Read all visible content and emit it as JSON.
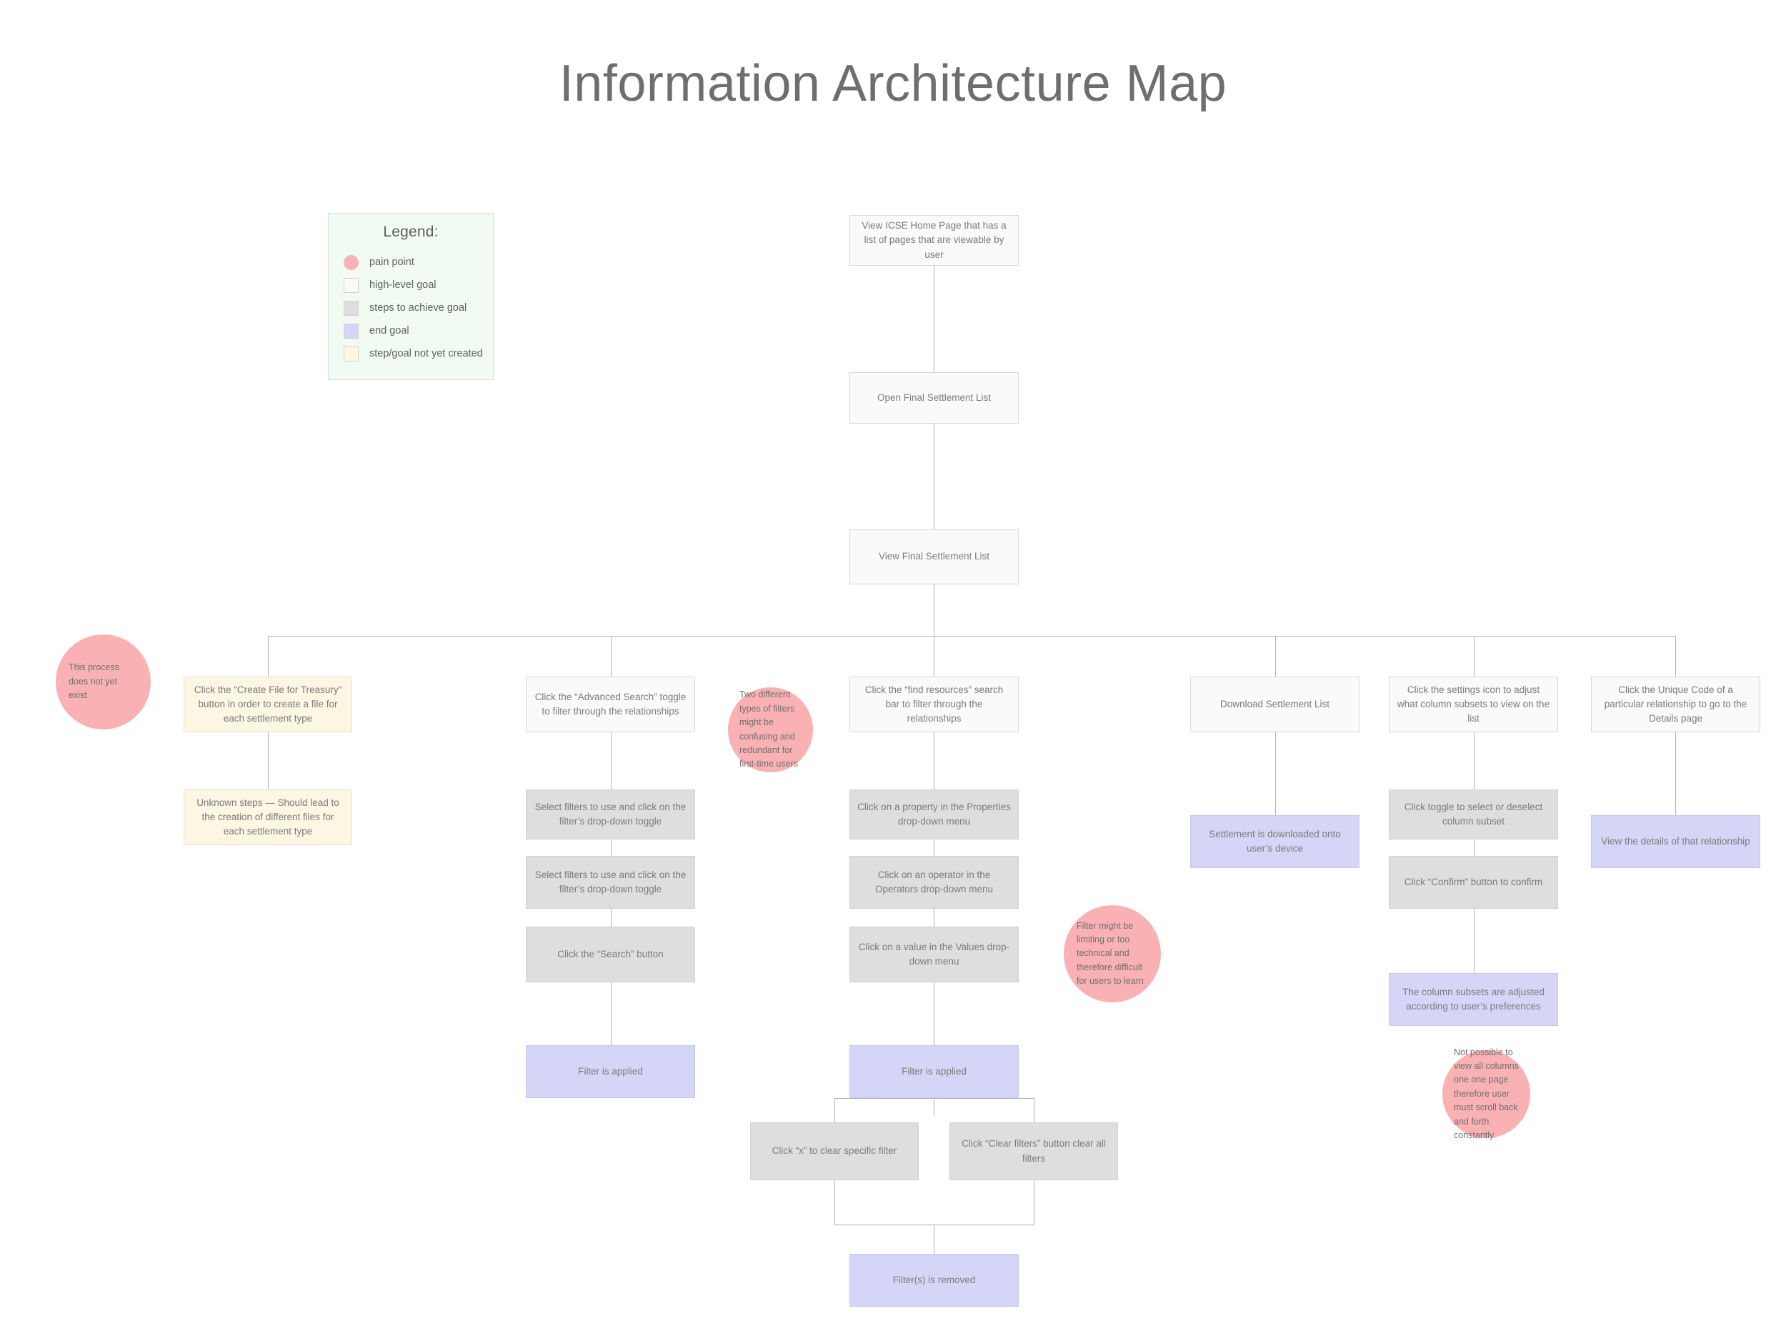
{
  "title": "Information Architecture Map",
  "legend": {
    "heading": "Legend:",
    "items": [
      {
        "label": "pain point",
        "shape": "circle",
        "color": "#f9b1b4"
      },
      {
        "label": "high-level goal",
        "shape": "square",
        "color": "#fafafa"
      },
      {
        "label": "steps to achieve goal",
        "shape": "square",
        "color": "#dedede"
      },
      {
        "label": "end goal",
        "shape": "square",
        "color": "#d5d5f7"
      },
      {
        "label": "step/goal not yet created",
        "shape": "square",
        "color": "#fdf6e3"
      }
    ]
  },
  "nodes": {
    "home": "View ICSE Home Page that has a list of pages that are viewable by user",
    "open_list": "Open Final Settlement List",
    "view_list": "View Final Settlement List",
    "create_file": "Click the “Create File for Treasury” button in order to create a file for each settlement type",
    "unknown_steps": "Unknown steps — Should lead to the creation of different files for each settlement type",
    "adv_search": "Click the “Advanced Search” toggle to filter through the relationships",
    "adv_select_1": "Select filters to use and click on the filter’s drop-down toggle",
    "adv_select_2": "Select filters to use and click on the filter’s drop-down toggle",
    "adv_search_btn": "Click the “Search” button",
    "adv_filter_applied": "Filter is applied",
    "find_resources": "Click the “find resources” search bar to filter through the relationships",
    "property_menu": "Click on a property in the Properties drop-down menu",
    "operator_menu": "Click on an operator in the Operators drop-down menu",
    "value_menu": "Click on a value in the Values drop-down menu",
    "find_filter_applied": "Filter is applied",
    "clear_specific": "Click “x” to clear specific filter",
    "clear_all": "Click “Clear filters” button clear all filters",
    "filters_removed": "Filter(s) is removed",
    "download": "Download Settlement List",
    "downloaded": "Settlement is downloaded onto user’s device",
    "settings_icon": "Click the settings icon to adjust what column subsets to view on the list",
    "toggle_subset": "Click toggle to select or deselect column subset",
    "confirm_btn": "Click “Confirm” button to confirm",
    "subsets_adjusted": "The column subsets are adjusted according to user’s preferences",
    "unique_code": "Click the Unique Code of a particular relationship to go to the Details page",
    "view_details": "View the details of that relationship"
  },
  "pain_points": {
    "no_process": "This process does not yet exist",
    "two_filters": "Two different types of filters might be confusing and redundant for first-time users",
    "filter_technical": "Filter might be limiting or too technical and therefore difficult for users to learn",
    "scroll_columns": "Not possible to view all columns one one page therefore user must scroll back and forth constantly."
  },
  "colors": {
    "pain_point": "#f9b1b4",
    "high_level_goal": "#fafafa",
    "step": "#dedede",
    "end_goal": "#d5d5f7",
    "not_yet_created": "#fdf6e3",
    "connector": "#b3b3b3",
    "legend_background": "#f2fbf2",
    "text": "#7b7b7b"
  }
}
